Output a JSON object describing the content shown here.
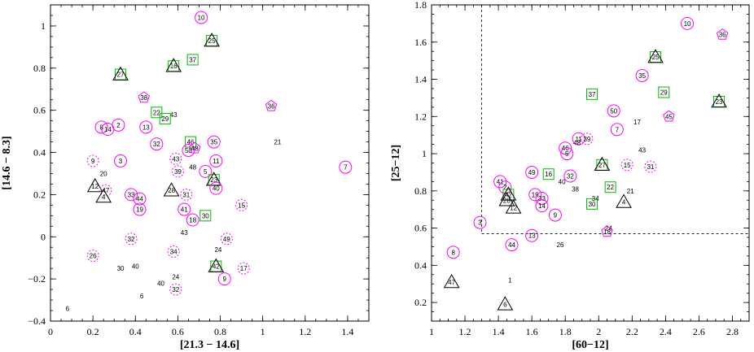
{
  "colors": {
    "circle": "#ff00ff",
    "square": "#00bb00",
    "triangle": "#000000",
    "dashed_circle": "#ff00ff",
    "pentagon": "#ff00ff",
    "frame": "#000000"
  },
  "chart_data": [
    {
      "type": "scatter",
      "xlabel": "[21.3 − 14.6]",
      "ylabel": "[14.6 − 8.3]",
      "xlim": [
        0,
        1.5
      ],
      "ylim": [
        -0.4,
        1.1
      ],
      "xticks": [
        "0",
        "0.2",
        "0.4",
        "0.6",
        "0.8",
        "1",
        "1.2",
        "1.4"
      ],
      "yticks": [
        "−0.4",
        "−0.2",
        "0",
        "0.2",
        "0.4",
        "0.6",
        "0.8",
        "1"
      ],
      "points": [
        {
          "label": "10",
          "x": 0.71,
          "y": 1.04,
          "marker": "circle"
        },
        {
          "label": "25",
          "x": 0.76,
          "y": 0.93,
          "marker": "triangle-square"
        },
        {
          "label": "37",
          "x": 0.67,
          "y": 0.84,
          "marker": "square"
        },
        {
          "label": "16",
          "x": 0.58,
          "y": 0.81,
          "marker": "triangle-square"
        },
        {
          "label": "27",
          "x": 0.33,
          "y": 0.77,
          "marker": "triangle-square"
        },
        {
          "label": "38",
          "x": 0.44,
          "y": 0.66,
          "marker": "pentagon"
        },
        {
          "label": "36",
          "x": 1.04,
          "y": 0.62,
          "marker": "pentagon"
        },
        {
          "label": "22",
          "x": 0.5,
          "y": 0.59,
          "marker": "square"
        },
        {
          "label": "43",
          "x": 0.58,
          "y": 0.58,
          "marker": "none"
        },
        {
          "label": "29",
          "x": 0.54,
          "y": 0.56,
          "marker": "square"
        },
        {
          "label": "2",
          "x": 0.32,
          "y": 0.53,
          "marker": "circle"
        },
        {
          "label": "13",
          "x": 0.45,
          "y": 0.52,
          "marker": "circle"
        },
        {
          "label": "8",
          "x": 0.24,
          "y": 0.52,
          "marker": "circle"
        },
        {
          "label": "14",
          "x": 0.27,
          "y": 0.51,
          "marker": "circle"
        },
        {
          "label": "32",
          "x": 0.5,
          "y": 0.44,
          "marker": "circle"
        },
        {
          "label": "46",
          "x": 0.66,
          "y": 0.45,
          "marker": "square"
        },
        {
          "label": "35",
          "x": 0.77,
          "y": 0.45,
          "marker": "circle"
        },
        {
          "label": "21",
          "x": 1.07,
          "y": 0.45,
          "marker": "none"
        },
        {
          "label": "50",
          "x": 0.65,
          "y": 0.41,
          "marker": "circle"
        },
        {
          "label": "48",
          "x": 0.68,
          "y": 0.42,
          "marker": "pentagon"
        },
        {
          "label": "7",
          "x": 1.39,
          "y": 0.33,
          "marker": "circle"
        },
        {
          "label": "9",
          "x": 0.2,
          "y": 0.36,
          "marker": "dashed-circle"
        },
        {
          "label": "3",
          "x": 0.33,
          "y": 0.36,
          "marker": "circle"
        },
        {
          "label": "43",
          "x": 0.59,
          "y": 0.37,
          "marker": "dashed-circle"
        },
        {
          "label": "11",
          "x": 0.78,
          "y": 0.36,
          "marker": "circle"
        },
        {
          "label": "48",
          "x": 0.67,
          "y": 0.33,
          "marker": "none"
        },
        {
          "label": "5",
          "x": 0.73,
          "y": 0.31,
          "marker": "circle"
        },
        {
          "label": "39",
          "x": 0.6,
          "y": 0.31,
          "marker": "dashed-circle"
        },
        {
          "label": "20",
          "x": 0.25,
          "y": 0.3,
          "marker": "none"
        },
        {
          "label": "23",
          "x": 0.77,
          "y": 0.27,
          "marker": "triangle-square"
        },
        {
          "label": "12",
          "x": 0.21,
          "y": 0.24,
          "marker": "triangle"
        },
        {
          "label": "47",
          "x": 0.26,
          "y": 0.22,
          "marker": "dashed-circle"
        },
        {
          "label": "40",
          "x": 0.78,
          "y": 0.23,
          "marker": "circle"
        },
        {
          "label": "28",
          "x": 0.57,
          "y": 0.22,
          "marker": "triangle"
        },
        {
          "label": "31",
          "x": 0.64,
          "y": 0.2,
          "marker": "dashed-circle"
        },
        {
          "label": "33",
          "x": 0.38,
          "y": 0.2,
          "marker": "circle"
        },
        {
          "label": "4",
          "x": 0.25,
          "y": 0.19,
          "marker": "triangle"
        },
        {
          "label": "44",
          "x": 0.42,
          "y": 0.18,
          "marker": "circle"
        },
        {
          "label": "19",
          "x": 0.42,
          "y": 0.13,
          "marker": "circle"
        },
        {
          "label": "41",
          "x": 0.63,
          "y": 0.13,
          "marker": "circle"
        },
        {
          "label": "15",
          "x": 0.9,
          "y": 0.15,
          "marker": "dashed-circle"
        },
        {
          "label": "30",
          "x": 0.73,
          "y": 0.1,
          "marker": "square"
        },
        {
          "label": "18",
          "x": 0.67,
          "y": 0.08,
          "marker": "circle"
        },
        {
          "label": "43",
          "x": 0.63,
          "y": 0.02,
          "marker": "none"
        },
        {
          "label": "32",
          "x": 0.38,
          "y": -0.01,
          "marker": "dashed-circle"
        },
        {
          "label": "49",
          "x": 0.83,
          "y": -0.01,
          "marker": "dashed-circle"
        },
        {
          "label": "34",
          "x": 0.58,
          "y": -0.07,
          "marker": "dashed-circle"
        },
        {
          "label": "24",
          "x": 0.79,
          "y": -0.06,
          "marker": "none"
        },
        {
          "label": "26",
          "x": 0.2,
          "y": -0.09,
          "marker": "dashed-circle"
        },
        {
          "label": "30",
          "x": 0.33,
          "y": -0.15,
          "marker": "none"
        },
        {
          "label": "40",
          "x": 0.4,
          "y": -0.14,
          "marker": "none"
        },
        {
          "label": "42",
          "x": 0.78,
          "y": -0.14,
          "marker": "triangle-square"
        },
        {
          "label": "17",
          "x": 0.91,
          "y": -0.15,
          "marker": "dashed-circle"
        },
        {
          "label": "24",
          "x": 0.59,
          "y": -0.19,
          "marker": "none"
        },
        {
          "label": "9",
          "x": 0.82,
          "y": -0.2,
          "marker": "circle"
        },
        {
          "label": "40",
          "x": 0.52,
          "y": -0.22,
          "marker": "none"
        },
        {
          "label": "32",
          "x": 0.59,
          "y": -0.25,
          "marker": "dashed-circle"
        },
        {
          "label": "6",
          "x": 0.43,
          "y": -0.28,
          "marker": "none"
        },
        {
          "label": "6",
          "x": 0.08,
          "y": -0.34,
          "marker": "none"
        }
      ]
    },
    {
      "type": "scatter",
      "xlabel": "[60−12]",
      "ylabel": "[25−12]",
      "xlim": [
        1,
        2.9
      ],
      "ylim": [
        0.1,
        1.8
      ],
      "xticks": [
        "1",
        "1.2",
        "1.4",
        "1.6",
        "1.8",
        "2",
        "2.2",
        "2.4",
        "2.6",
        "2.8"
      ],
      "yticks": [
        "0.2",
        "0.4",
        "0.6",
        "0.8",
        "1",
        "1.2",
        "1.4",
        "1.6",
        "1.8"
      ],
      "points": [
        {
          "label": "10",
          "x": 2.53,
          "y": 1.7,
          "marker": "circle"
        },
        {
          "label": "36",
          "x": 2.74,
          "y": 1.64,
          "marker": "pentagon"
        },
        {
          "label": "25",
          "x": 2.34,
          "y": 1.52,
          "marker": "triangle-square"
        },
        {
          "label": "35",
          "x": 2.26,
          "y": 1.42,
          "marker": "circle"
        },
        {
          "label": "29",
          "x": 2.39,
          "y": 1.33,
          "marker": "square"
        },
        {
          "label": "37",
          "x": 1.96,
          "y": 1.32,
          "marker": "square"
        },
        {
          "label": "23",
          "x": 2.72,
          "y": 1.28,
          "marker": "triangle-square"
        },
        {
          "label": "50",
          "x": 2.09,
          "y": 1.23,
          "marker": "circle"
        },
        {
          "label": "45",
          "x": 2.42,
          "y": 1.2,
          "marker": "pentagon"
        },
        {
          "label": "17",
          "x": 2.23,
          "y": 1.17,
          "marker": "none"
        },
        {
          "label": "7",
          "x": 2.11,
          "y": 1.13,
          "marker": "circle"
        },
        {
          "label": "11",
          "x": 1.88,
          "y": 1.08,
          "marker": "circle"
        },
        {
          "label": "39",
          "x": 1.93,
          "y": 1.08,
          "marker": "dashed-circle"
        },
        {
          "label": "48",
          "x": 1.87,
          "y": 1.06,
          "marker": "none"
        },
        {
          "label": "46",
          "x": 1.8,
          "y": 1.03,
          "marker": "circle"
        },
        {
          "label": "5",
          "x": 1.81,
          "y": 1.0,
          "marker": "circle"
        },
        {
          "label": "43",
          "x": 2.26,
          "y": 1.02,
          "marker": "none"
        },
        {
          "label": "15",
          "x": 2.17,
          "y": 0.94,
          "marker": "dashed-circle"
        },
        {
          "label": "31",
          "x": 2.31,
          "y": 0.93,
          "marker": "dashed-circle"
        },
        {
          "label": "27",
          "x": 2.02,
          "y": 0.94,
          "marker": "triangle-square"
        },
        {
          "label": "49",
          "x": 1.6,
          "y": 0.9,
          "marker": "circle"
        },
        {
          "label": "16",
          "x": 1.7,
          "y": 0.89,
          "marker": "square"
        },
        {
          "label": "32",
          "x": 1.83,
          "y": 0.88,
          "marker": "circle"
        },
        {
          "label": "41",
          "x": 1.41,
          "y": 0.85,
          "marker": "circle"
        },
        {
          "label": "40",
          "x": 1.78,
          "y": 0.85,
          "marker": "none"
        },
        {
          "label": "22",
          "x": 2.07,
          "y": 0.82,
          "marker": "square"
        },
        {
          "label": "2",
          "x": 1.44,
          "y": 0.82,
          "marker": "circle"
        },
        {
          "label": "38",
          "x": 1.86,
          "y": 0.81,
          "marker": "none"
        },
        {
          "label": "21",
          "x": 2.19,
          "y": 0.8,
          "marker": "none"
        },
        {
          "label": "19",
          "x": 1.62,
          "y": 0.78,
          "marker": "circle"
        },
        {
          "label": "42",
          "x": 1.46,
          "y": 0.78,
          "marker": "triangle-square"
        },
        {
          "label": "33",
          "x": 1.66,
          "y": 0.76,
          "marker": "circle"
        },
        {
          "label": "34",
          "x": 1.98,
          "y": 0.76,
          "marker": "none"
        },
        {
          "label": "28",
          "x": 1.45,
          "y": 0.75,
          "marker": "triangle"
        },
        {
          "label": "4",
          "x": 2.15,
          "y": 0.74,
          "marker": "triangle"
        },
        {
          "label": "30",
          "x": 1.96,
          "y": 0.73,
          "marker": "square"
        },
        {
          "label": "14",
          "x": 1.66,
          "y": 0.72,
          "marker": "circle"
        },
        {
          "label": "12",
          "x": 1.49,
          "y": 0.71,
          "marker": "triangle"
        },
        {
          "label": "9",
          "x": 1.74,
          "y": 0.67,
          "marker": "circle"
        },
        {
          "label": "3",
          "x": 1.29,
          "y": 0.63,
          "marker": "circle"
        },
        {
          "label": "24",
          "x": 2.06,
          "y": 0.6,
          "marker": "none"
        },
        {
          "label": "18",
          "x": 2.05,
          "y": 0.58,
          "marker": "pentagon"
        },
        {
          "label": "13",
          "x": 1.6,
          "y": 0.56,
          "marker": "circle"
        },
        {
          "label": "44",
          "x": 1.48,
          "y": 0.51,
          "marker": "circle"
        },
        {
          "label": "26",
          "x": 1.77,
          "y": 0.51,
          "marker": "none"
        },
        {
          "label": "8",
          "x": 1.13,
          "y": 0.47,
          "marker": "circle"
        },
        {
          "label": "47",
          "x": 1.12,
          "y": 0.31,
          "marker": "triangle"
        },
        {
          "label": "1",
          "x": 1.47,
          "y": 0.32,
          "marker": "none"
        },
        {
          "label": "6",
          "x": 1.44,
          "y": 0.19,
          "marker": "triangle"
        }
      ]
    }
  ]
}
